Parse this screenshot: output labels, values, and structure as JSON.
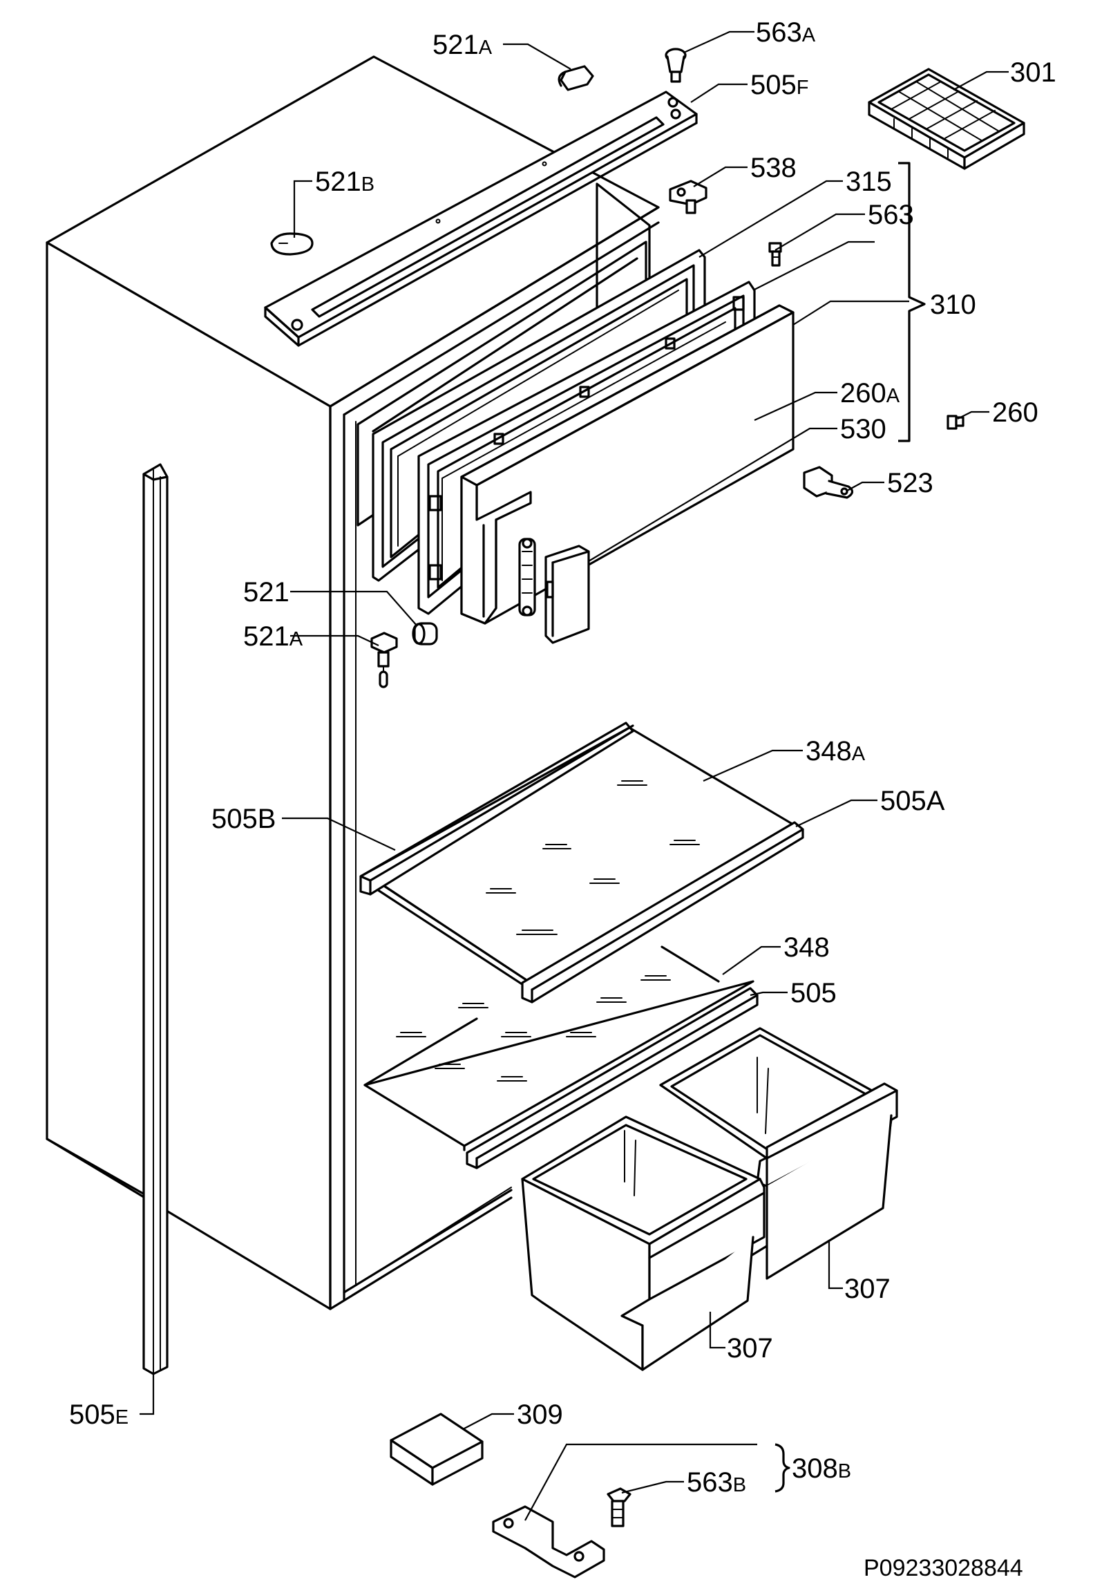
{
  "labels": {
    "l_521A_top": {
      "main": "521",
      "sub": "A"
    },
    "l_563A": {
      "main": "563",
      "sub": "A"
    },
    "l_505F": {
      "main": "505",
      "sub": "F"
    },
    "l_301": {
      "main": "301",
      "sub": ""
    },
    "l_521B": {
      "main": "521",
      "sub": "B"
    },
    "l_538": {
      "main": "538",
      "sub": ""
    },
    "l_315": {
      "main": "315",
      "sub": ""
    },
    "l_563": {
      "main": "563",
      "sub": ""
    },
    "l_310": {
      "main": "310",
      "sub": ""
    },
    "l_260A": {
      "main": "260",
      "sub": "A"
    },
    "l_260": {
      "main": "260",
      "sub": ""
    },
    "l_530": {
      "main": "530",
      "sub": ""
    },
    "l_523": {
      "main": "523",
      "sub": ""
    },
    "l_521": {
      "main": "521",
      "sub": ""
    },
    "l_521A_mid": {
      "main": "521",
      "sub": "A"
    },
    "l_348A": {
      "main": "348",
      "sub": "A"
    },
    "l_505B": {
      "main": "505B",
      "sub": ""
    },
    "l_505A": {
      "main": "505A",
      "sub": ""
    },
    "l_348": {
      "main": "348",
      "sub": ""
    },
    "l_505": {
      "main": "505",
      "sub": ""
    },
    "l_307_right": {
      "main": "307",
      "sub": ""
    },
    "l_307_left": {
      "main": "307",
      "sub": ""
    },
    "l_505E": {
      "main": "505",
      "sub": "E"
    },
    "l_309": {
      "main": "309",
      "sub": ""
    },
    "l_563B": {
      "main": "563",
      "sub": "B"
    },
    "l_308B": {
      "main": "308",
      "sub": "B"
    }
  },
  "part_number": "P09233028844"
}
